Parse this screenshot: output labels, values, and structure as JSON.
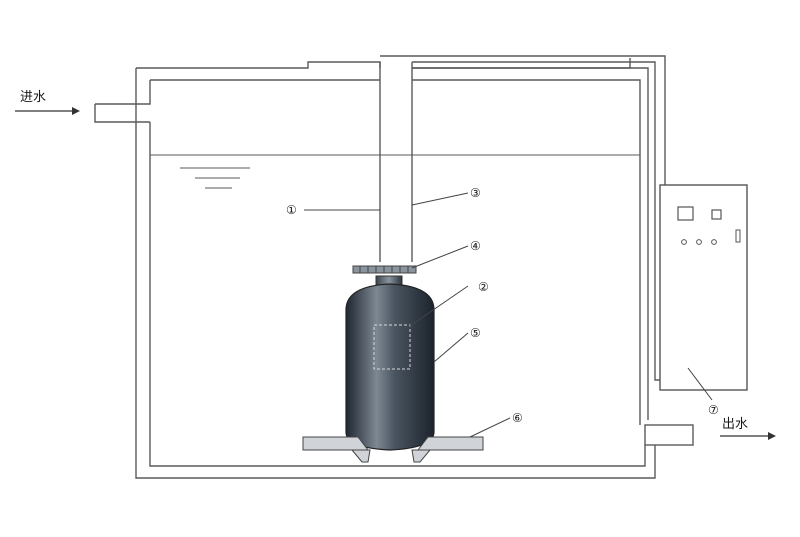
{
  "labels": {
    "inlet": "进水",
    "outlet": "出水"
  },
  "callouts": [
    "①",
    "②",
    "③",
    "④",
    "⑤",
    "⑥",
    "⑦"
  ],
  "colors": {
    "line": "#555555",
    "tank_dark": "#2f3a46",
    "tank_light": "#9aa4ae",
    "panel_fill": "#ffffff"
  }
}
